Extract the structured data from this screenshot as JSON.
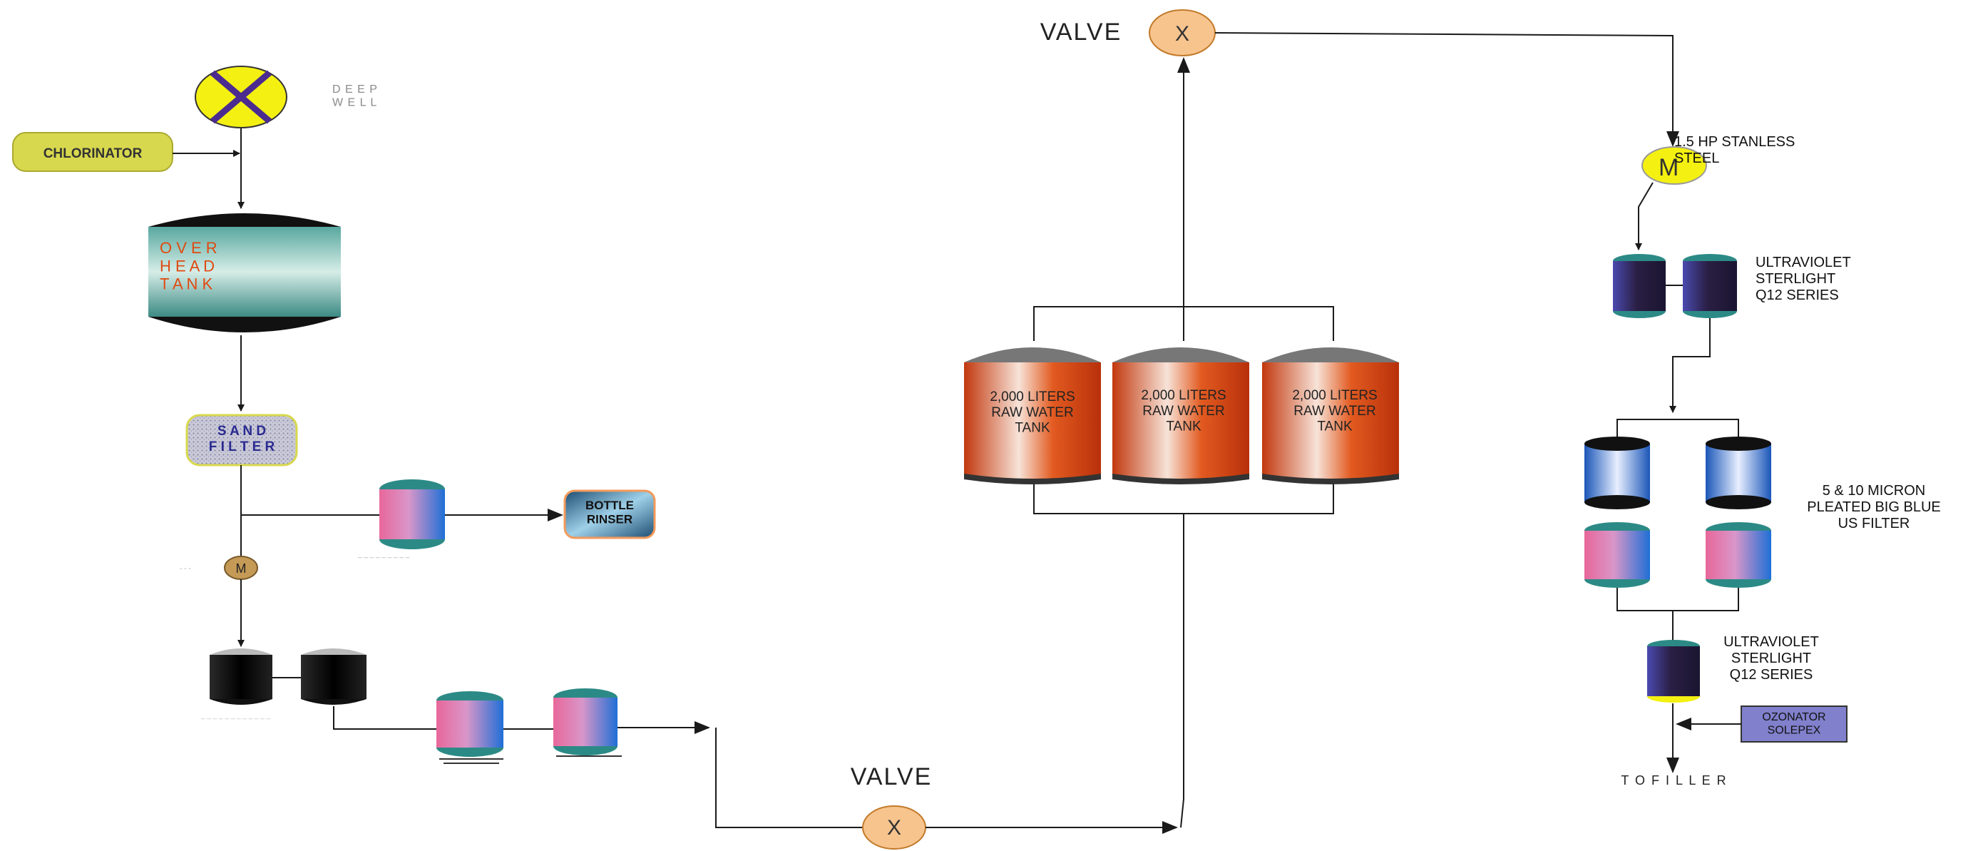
{
  "labels": {
    "deep_well": "D E E P\nW E L L",
    "chlorinator": "CHLORINATOR",
    "overhead_tank": "O      V      E      R\nH      E      A      D\nT     A      N      K",
    "sand_filter": "S A N D\nF I L T E R",
    "bottle_rinser": "BOTTLE\nRINSER",
    "small_motor": "M",
    "valve_top": "VALVE",
    "valve_bottom": "VALVE",
    "valve_symbol": "X",
    "raw_tank_1": "2,000 LITERS\nRAW WATER\nTANK",
    "raw_tank_2": "2,000 LITERS\nRAW WATER\nTANK",
    "raw_tank_3": "2,000 LITERS\nRAW WATER\nTANK",
    "pump_motor": "M",
    "pump_label": "1.5 HP STANLESS\nSTEEL",
    "uv_top_label": "ULTRAVIOLET\nSTERLIGHT\nQ12 SERIES",
    "micron_filter_label": "5 & 10 MICRON\nPLEATED BIG BLUE\nUS FILTER",
    "uv_bottom_label": "ULTRAVIOLET\nSTERLIGHT\nQ12 SERIES",
    "ozonator": "OZONATOR\nSOLEPEX",
    "to_filler": "T O  F I L L E R"
  },
  "colors": {
    "line": "#1a1a1a",
    "well_yellow": "#f4f012",
    "well_x": "#4b2b8f",
    "chlorinator": "#d8d84e",
    "overhead_tank_text": "#e04a10",
    "sand_filter_text": "#2a2a90",
    "valve_fill": "#f7c48e",
    "raw_tank_orange": "#e2521a",
    "pump_yellow": "#f4f012",
    "ozonator_fill": "#8080cc"
  }
}
